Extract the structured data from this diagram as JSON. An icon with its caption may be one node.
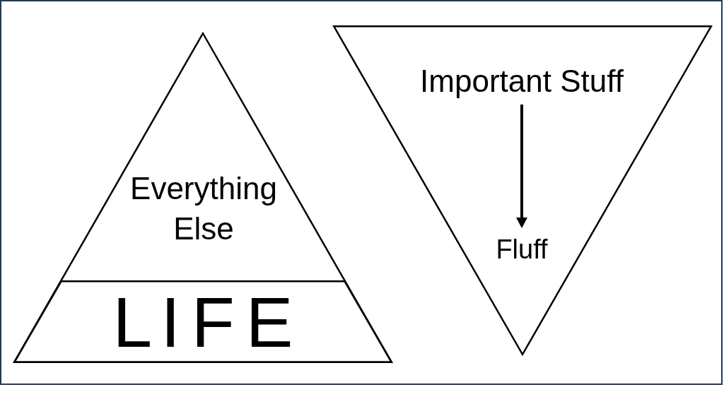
{
  "diagram": {
    "nodes": [
      {
        "text": [],
        "shape": "triangle"
      },
      {
        "text": [
          "Everything Else"
        ],
        "in": 0
      },
      {
        "text": [
          "L I F E"
        ],
        "in": 0
      },
      {
        "text": [],
        "shape": "triangle"
      },
      {
        "text": [
          "Important Stuff"
        ],
        "in": 3
      },
      {
        "text": [
          "Fluff"
        ],
        "in": 3
      }
    ],
    "edges": [
      {
        "from": 4,
        "to": 5,
        "arrow": "to"
      }
    ]
  }
}
